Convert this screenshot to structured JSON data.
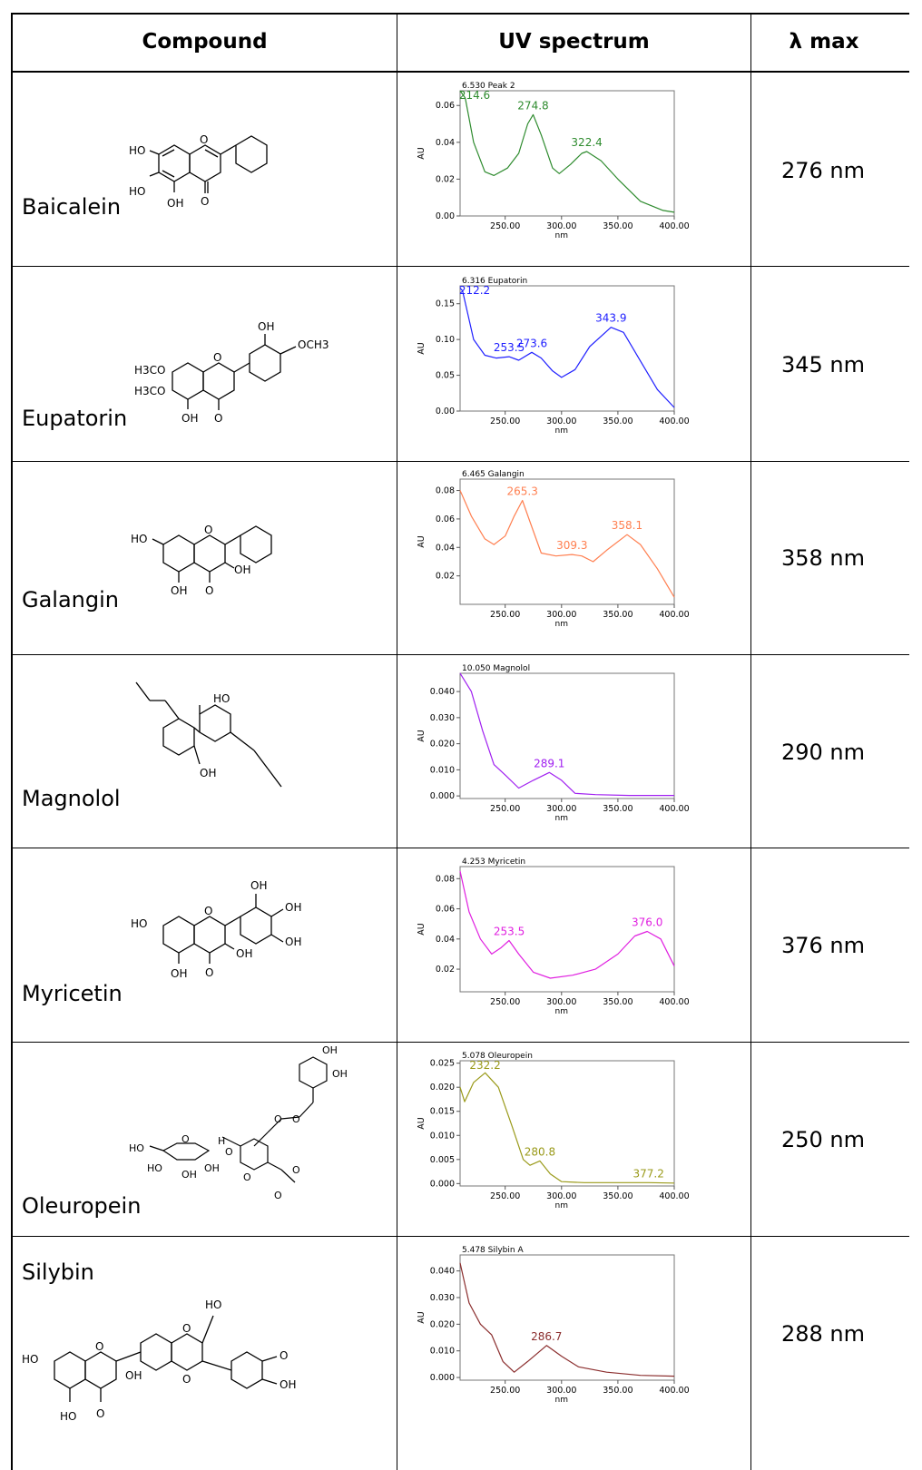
{
  "headers": {
    "compound": "Compound",
    "spectrum": "UV spectrum",
    "lmax": "λ max"
  },
  "rows": [
    {
      "name": "Baicalein",
      "lmax": "276 nm",
      "structure_labels": [
        "HO",
        "HO",
        "OH",
        "O",
        "O"
      ],
      "spectrum": {
        "title": "6.530 Peak 2",
        "color": "#2e8b2e",
        "ylabel": "AU",
        "yticks": [
          "0.06",
          "0.04",
          "0.02",
          "0.00"
        ],
        "ylim": [
          0,
          0.068
        ],
        "xticks": [
          "250.00",
          "300.00",
          "350.00",
          "400.00"
        ],
        "xlabel": "nm",
        "xlim": [
          210,
          400
        ],
        "peaks": [
          {
            "x": 214.6,
            "y": 0.064,
            "label": "214.6"
          },
          {
            "x": 274.8,
            "y": 0.055,
            "label": "274.8"
          },
          {
            "x": 322.4,
            "y": 0.035,
            "label": "322.4"
          }
        ],
        "points": [
          [
            210,
            0.068
          ],
          [
            214.6,
            0.064
          ],
          [
            222,
            0.04
          ],
          [
            232,
            0.024
          ],
          [
            240,
            0.022
          ],
          [
            252,
            0.026
          ],
          [
            262,
            0.034
          ],
          [
            270,
            0.05
          ],
          [
            274.8,
            0.055
          ],
          [
            282,
            0.044
          ],
          [
            292,
            0.026
          ],
          [
            298,
            0.023
          ],
          [
            308,
            0.028
          ],
          [
            318,
            0.034
          ],
          [
            322.4,
            0.035
          ],
          [
            335,
            0.03
          ],
          [
            350,
            0.02
          ],
          [
            370,
            0.008
          ],
          [
            390,
            0.003
          ],
          [
            400,
            0.002
          ]
        ]
      }
    },
    {
      "name": "Eupatorin",
      "lmax": "345 nm",
      "structure_labels": [
        "OH",
        "OCH3",
        "H3CO",
        "H3CO",
        "OH",
        "O",
        "O"
      ],
      "spectrum": {
        "title": "6.316 Eupatorin",
        "color": "#2020ff",
        "ylabel": "AU",
        "yticks": [
          "0.15",
          "0.10",
          "0.05",
          "0.00"
        ],
        "ylim": [
          0,
          0.175
        ],
        "xticks": [
          "250.00",
          "300.00",
          "350.00",
          "400.00"
        ],
        "xlabel": "nm",
        "xlim": [
          210,
          400
        ],
        "peaks": [
          {
            "x": 212.2,
            "y": 0.168,
            "label": "212.2"
          },
          {
            "x": 253.5,
            "y": 0.076,
            "label": "253.5"
          },
          {
            "x": 273.6,
            "y": 0.082,
            "label": "273.6"
          },
          {
            "x": 343.9,
            "y": 0.117,
            "label": "343.9"
          }
        ],
        "points": [
          [
            210,
            0.172
          ],
          [
            212.2,
            0.168
          ],
          [
            222,
            0.1
          ],
          [
            232,
            0.078
          ],
          [
            242,
            0.074
          ],
          [
            253.5,
            0.076
          ],
          [
            262,
            0.071
          ],
          [
            273.6,
            0.082
          ],
          [
            282,
            0.074
          ],
          [
            292,
            0.056
          ],
          [
            300,
            0.047
          ],
          [
            312,
            0.058
          ],
          [
            325,
            0.09
          ],
          [
            343.9,
            0.117
          ],
          [
            355,
            0.11
          ],
          [
            370,
            0.07
          ],
          [
            385,
            0.03
          ],
          [
            400,
            0.005
          ]
        ]
      }
    },
    {
      "name": "Galangin",
      "lmax": "358 nm",
      "structure_labels": [
        "HO",
        "O",
        "OH",
        "OH",
        "O"
      ],
      "spectrum": {
        "title": "6.465 Galangin",
        "color": "#ff7f50",
        "ylabel": "AU",
        "yticks": [
          "0.08",
          "0.06",
          "0.04",
          "0.02"
        ],
        "ylim": [
          0.0,
          0.088
        ],
        "xticks": [
          "250.00",
          "300.00",
          "350.00",
          "400.00"
        ],
        "xlabel": "nm",
        "xlim": [
          210,
          400
        ],
        "peaks": [
          {
            "x": 265.3,
            "y": 0.073,
            "label": "265.3"
          },
          {
            "x": 309.3,
            "y": 0.035,
            "label": "309.3"
          },
          {
            "x": 358.1,
            "y": 0.049,
            "label": "358.1"
          }
        ],
        "points": [
          [
            210,
            0.08
          ],
          [
            220,
            0.062
          ],
          [
            232,
            0.046
          ],
          [
            240,
            0.042
          ],
          [
            250,
            0.048
          ],
          [
            258,
            0.062
          ],
          [
            265.3,
            0.073
          ],
          [
            272,
            0.058
          ],
          [
            282,
            0.036
          ],
          [
            295,
            0.034
          ],
          [
            309.3,
            0.035
          ],
          [
            318,
            0.034
          ],
          [
            328,
            0.03
          ],
          [
            340,
            0.038
          ],
          [
            358.1,
            0.049
          ],
          [
            370,
            0.042
          ],
          [
            385,
            0.025
          ],
          [
            400,
            0.005
          ]
        ]
      }
    },
    {
      "name": "Magnolol",
      "lmax": "290 nm",
      "structure_labels": [
        "HO",
        "OH"
      ],
      "spectrum": {
        "title": "10.050 Magnolol",
        "color": "#a020f0",
        "ylabel": "AU",
        "yticks": [
          "0.040",
          "0.030",
          "0.020",
          "0.010",
          "0.000"
        ],
        "ylim": [
          -0.001,
          0.047
        ],
        "xticks": [
          "250.00",
          "300.00",
          "350.00",
          "400.00"
        ],
        "xlabel": "nm",
        "xlim": [
          210,
          400
        ],
        "peaks": [
          {
            "x": 289.1,
            "y": 0.009,
            "label": "289.1"
          }
        ],
        "points": [
          [
            210,
            0.047
          ],
          [
            220,
            0.04
          ],
          [
            230,
            0.025
          ],
          [
            240,
            0.012
          ],
          [
            250,
            0.008
          ],
          [
            262,
            0.003
          ],
          [
            275,
            0.006
          ],
          [
            289.1,
            0.009
          ],
          [
            300,
            0.006
          ],
          [
            312,
            0.001
          ],
          [
            330,
            0.0005
          ],
          [
            360,
            0.0002
          ],
          [
            400,
            0.0002
          ]
        ]
      }
    },
    {
      "name": "Myricetin",
      "lmax": "376 nm",
      "structure_labels": [
        "OH",
        "OH",
        "HO",
        "O",
        "OH",
        "OH",
        "OH",
        "O"
      ],
      "spectrum": {
        "title": "4.253 Myricetin",
        "color": "#e020e0",
        "ylabel": "AU",
        "yticks": [
          "0.08",
          "0.06",
          "0.04",
          "0.02"
        ],
        "ylim": [
          0.005,
          0.088
        ],
        "xticks": [
          "250.00",
          "300.00",
          "350.00",
          "400.00"
        ],
        "xlabel": "nm",
        "xlim": [
          210,
          400
        ],
        "peaks": [
          {
            "x": 253.5,
            "y": 0.039,
            "label": "253.5"
          },
          {
            "x": 376.0,
            "y": 0.045,
            "label": "376.0"
          }
        ],
        "points": [
          [
            210,
            0.085
          ],
          [
            218,
            0.058
          ],
          [
            228,
            0.04
          ],
          [
            238,
            0.03
          ],
          [
            246,
            0.034
          ],
          [
            253.5,
            0.039
          ],
          [
            262,
            0.03
          ],
          [
            275,
            0.018
          ],
          [
            290,
            0.014
          ],
          [
            310,
            0.016
          ],
          [
            330,
            0.02
          ],
          [
            350,
            0.03
          ],
          [
            365,
            0.042
          ],
          [
            376,
            0.045
          ],
          [
            388,
            0.04
          ],
          [
            400,
            0.022
          ]
        ]
      }
    },
    {
      "name": "Oleuropein",
      "lmax": "250 nm",
      "structure_labels": [
        "OH",
        "OH",
        "O",
        "O",
        "HO",
        "O",
        "H",
        "O",
        "HO",
        "OH",
        "OH",
        "O",
        "O",
        "O"
      ],
      "spectrum": {
        "title": "5.078 Oleuropein",
        "color": "#9a9a1a",
        "ylabel": "AU",
        "yticks": [
          "0.025",
          "0.020",
          "0.015",
          "0.010",
          "0.005",
          "0.000"
        ],
        "ylim": [
          -0.0005,
          0.0255
        ],
        "xticks": [
          "250.00",
          "300.00",
          "350.00",
          "400.00"
        ],
        "xlabel": "nm",
        "xlim": [
          210,
          400
        ],
        "peaks": [
          {
            "x": 232.2,
            "y": 0.023,
            "label": "232.2"
          },
          {
            "x": 280.8,
            "y": 0.0047,
            "label": "280.8"
          },
          {
            "x": 377.2,
            "y": 0.0002,
            "label": "377.2"
          }
        ],
        "points": [
          [
            210,
            0.02
          ],
          [
            214,
            0.017
          ],
          [
            222,
            0.021
          ],
          [
            232.2,
            0.023
          ],
          [
            244,
            0.02
          ],
          [
            256,
            0.012
          ],
          [
            266,
            0.005
          ],
          [
            272,
            0.0038
          ],
          [
            280.8,
            0.0047
          ],
          [
            290,
            0.002
          ],
          [
            300,
            0.0004
          ],
          [
            320,
            0.0002
          ],
          [
            377.2,
            0.0002
          ],
          [
            400,
            0.0001
          ]
        ]
      }
    },
    {
      "name": "Silybin",
      "lmax": "288 nm",
      "structure_labels": [
        "HO",
        "HO",
        "O",
        "O",
        "O",
        "O",
        "OH",
        "OH",
        "HO",
        "O"
      ],
      "spectrum": {
        "title": "5.478 Silybin A",
        "color": "#8b2e2e",
        "ylabel": "AU",
        "yticks": [
          "0.040",
          "0.030",
          "0.020",
          "0.010",
          "0.000"
        ],
        "ylim": [
          -0.001,
          0.046
        ],
        "xticks": [
          "250.00",
          "300.00",
          "350.00",
          "400.00"
        ],
        "xlabel": "nm",
        "xlim": [
          210,
          400
        ],
        "peaks": [
          {
            "x": 286.7,
            "y": 0.012,
            "label": "286.7"
          }
        ],
        "points": [
          [
            210,
            0.043
          ],
          [
            218,
            0.028
          ],
          [
            228,
            0.02
          ],
          [
            238,
            0.016
          ],
          [
            248,
            0.006
          ],
          [
            258,
            0.002
          ],
          [
            270,
            0.006
          ],
          [
            286.7,
            0.012
          ],
          [
            300,
            0.008
          ],
          [
            315,
            0.004
          ],
          [
            340,
            0.002
          ],
          [
            370,
            0.0008
          ],
          [
            400,
            0.0005
          ]
        ]
      }
    }
  ]
}
